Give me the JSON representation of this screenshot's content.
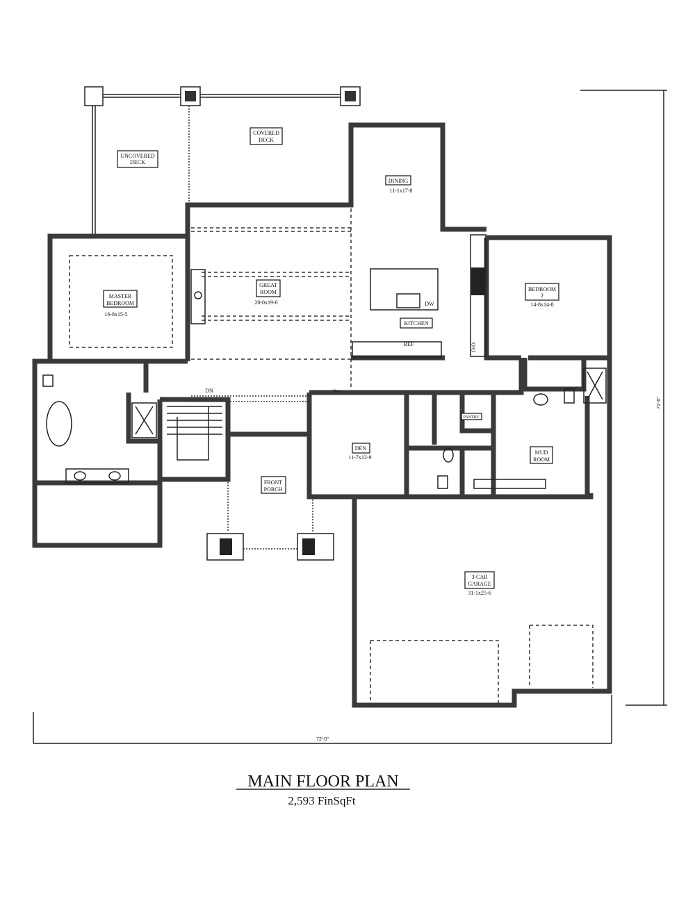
{
  "plan": {
    "title": "MAIN FLOOR PLAN",
    "subtitle": "2,593 FinSqFt",
    "dim_width": "72'-0\"",
    "dim_depth": "71'-0\""
  },
  "rooms": {
    "uncovered_deck": {
      "name1": "UNCOVERED",
      "name2": "DECK"
    },
    "covered_deck": {
      "name1": "COVERED",
      "name2": "DECK"
    },
    "dining": {
      "name": "DINING",
      "size": "11-1x17-8"
    },
    "master": {
      "name1": "MASTER",
      "name2": "BEDROOM",
      "size": "16-8x15-5"
    },
    "great": {
      "name1": "GREAT",
      "name2": "ROOM",
      "size": "20-0x19-0"
    },
    "kitchen": {
      "name": "KITCHEN",
      "dw": "DW",
      "ref": "REF",
      "oo": "O/O"
    },
    "bedroom2": {
      "name1": "BEDROOM",
      "name2": "2",
      "size": "14-8x14-8"
    },
    "den": {
      "name": "DEN",
      "size": "11-7x12-9",
      "glass": "Glass"
    },
    "front_porch": {
      "name1": "FRONT",
      "name2": "PORCH"
    },
    "pantry": {
      "name": "PANTRY"
    },
    "mud": {
      "name1": "MUD",
      "name2": "ROOM"
    },
    "garage": {
      "name1": "3-CAR",
      "name2": "GARAGE",
      "size": "31-1x25-6"
    },
    "stairs": {
      "label": "DN"
    }
  }
}
